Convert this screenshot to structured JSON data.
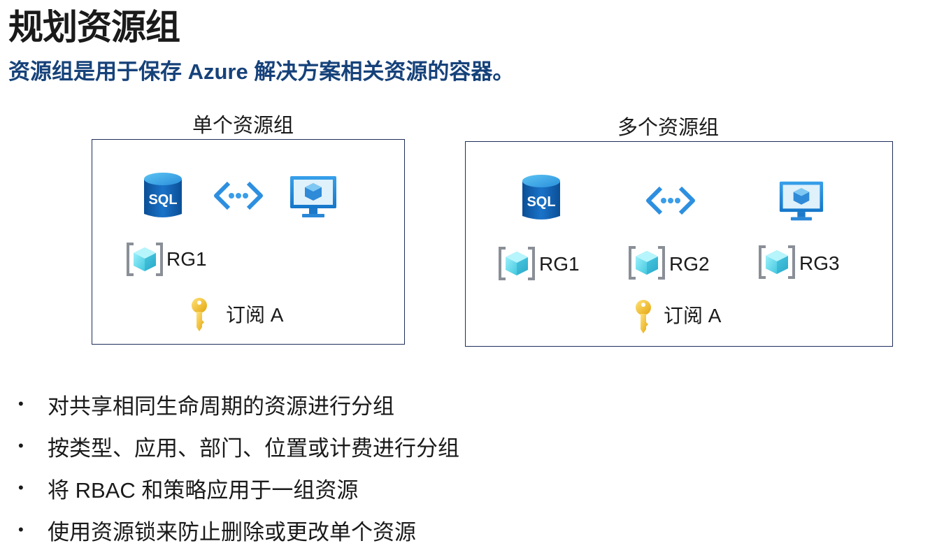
{
  "title": "规划资源组",
  "subtitle": "资源组是用于保存 Azure 解决方案相关资源的容器。",
  "single": {
    "label": "单个资源组",
    "icons": [
      "sql-database-icon",
      "virtual-network-icon",
      "virtual-machine-icon"
    ],
    "sql_text": "SQL",
    "rg": "RG1",
    "subscription": "订阅 A"
  },
  "multi": {
    "label": "多个资源组",
    "icons": [
      "sql-database-icon",
      "virtual-network-icon",
      "virtual-machine-icon"
    ],
    "sql_text": "SQL",
    "rgs": [
      "RG1",
      "RG2",
      "RG3"
    ],
    "subscription": "订阅 A"
  },
  "bullets": [
    "对共享相同生命周期的资源进行分组",
    "按类型、应用、部门、位置或计费进行分组",
    "将 RBAC 和策略应用于一组资源",
    "使用资源锁来防止删除或更改单个资源"
  ],
  "bullet_symbol": "•",
  "colors": {
    "subtitle": "#16427a",
    "panel_border": "#1f2d5a",
    "sql_blue": "#0a5aa8",
    "azure_blue": "#2d8fe0",
    "cube_cyan": "#5fd9ec",
    "key_gold": "#f4c21a"
  }
}
